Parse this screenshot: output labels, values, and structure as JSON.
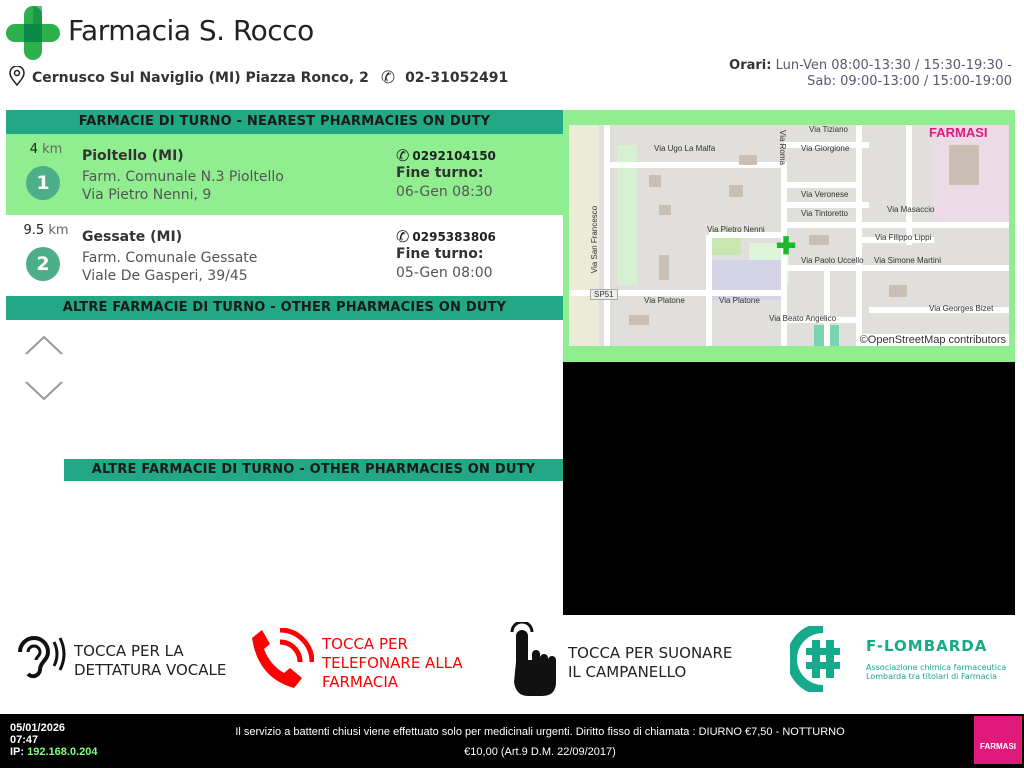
{
  "header": {
    "title": "Farmacia S. Rocco",
    "address": "Cernusco Sul Naviglio (MI) Piazza Ronco, 2",
    "phone": "02-31052491",
    "hours_label": "Orari:",
    "hours_line1": "Lun-Ven 08:00-13:30 / 15:30-19:30 -",
    "hours_line2": "Sab: 09:00-13:00 / 15:00-19:00"
  },
  "sections": {
    "nearest": "FARMACIE DI TURNO - NEAREST PHARMACIES ON DUTY",
    "other": "ALTRE FARMACIE DI TURNO - OTHER PHARMACIES ON DUTY",
    "other2": "ALTRE FARMACIE DI TURNO - OTHER PHARMACIES ON DUTY"
  },
  "pharmacies": [
    {
      "distance": "4",
      "unit": "km",
      "index": "1",
      "city": "Pioltello (MI)",
      "name": "Farm. Comunale N.3 Pioltello",
      "address": "Via Pietro Nenni, 9",
      "phone": "0292104150",
      "end_label": "Fine turno:",
      "end": "06-Gen 08:30"
    },
    {
      "distance": "9.5",
      "unit": "km",
      "index": "2",
      "city": "Gessate (MI)",
      "name": "Farm. Comunale Gessate",
      "address": "Viale De Gasperi, 39/45",
      "phone": "0295383806",
      "end_label": "Fine turno:",
      "end": "05-Gen 08:00"
    }
  ],
  "map": {
    "brand": "FARMASI",
    "attribution": "©OpenStreetMap contributors",
    "streets": [
      "Via Ugo La Malfa",
      "Via Giorgione",
      "Via Veronese",
      "Via Tintoretto",
      "Via Masaccio",
      "Via Pietro Nenni",
      "Via Filippo Lippi",
      "Via Paolo Uccello",
      "Via Simone Martini",
      "Via Platone",
      "Via Platone",
      "Via Georges Bizet",
      "Via Beato Angelico",
      "Via San Francesco",
      "Via Roma",
      "Via Tiziano",
      "SP51"
    ]
  },
  "actions": {
    "voice": "TOCCA PER LA DETTATURA VOCALE",
    "call": "TOCCA PER TELEFONARE ALLA FARMACIA",
    "bell": "TOCCA PER SUONARE IL CAMPANELLO",
    "partner_name": "F-LOMBARDA",
    "partner_sub1": "Associazione chimica farmaceutica",
    "partner_sub2": "Lombarda tra titolari di Farmacia"
  },
  "footer": {
    "date": "05/01/2026",
    "time": "07:47",
    "ip_label": "IP:",
    "ip": "192.168.0.204",
    "notice_line1": "Il servizio a battenti chiusi viene effettuato solo per medicinali urgenti. Diritto fisso di chiamata : DIURNO €7,50 - NOTTURNO",
    "notice_line2": "€10,00 (Art.9 D.M. 22/09/2017)",
    "logo": "FARMASI"
  },
  "colors": {
    "accent": "#22a884",
    "highlight": "#90ee90",
    "call_red": "#ff0000"
  }
}
